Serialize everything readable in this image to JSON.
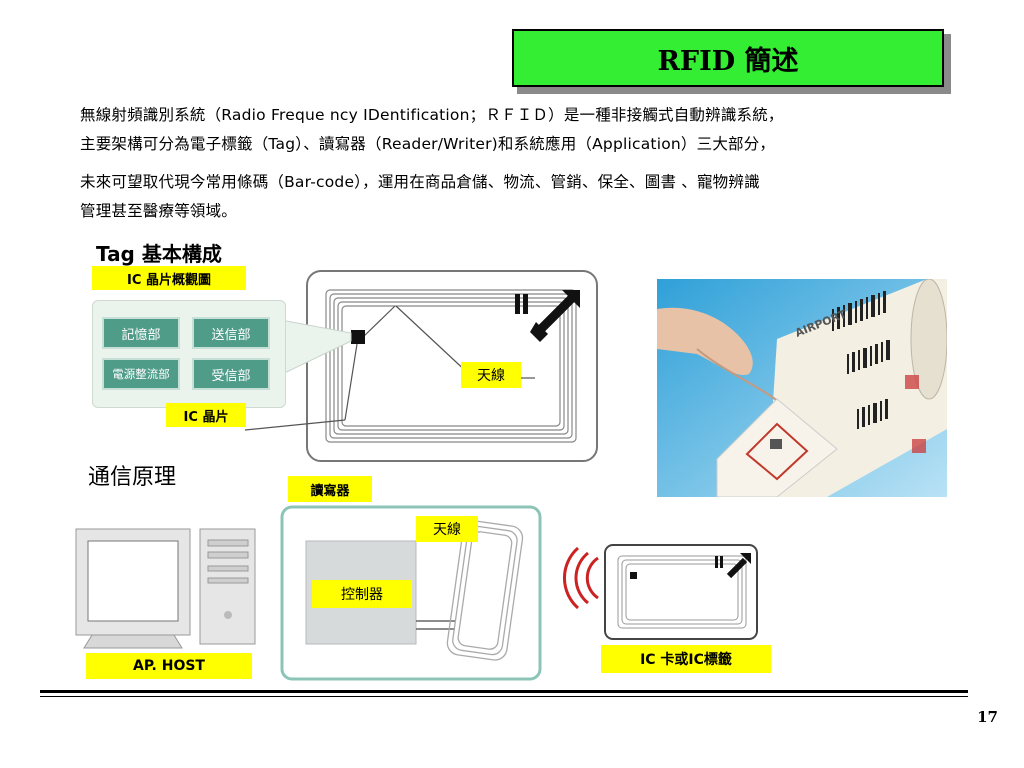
{
  "slide": {
    "title": "RFID 簡述",
    "paragraph_lines": [
      "無線射頻識別系統（Radio Freque ncy IDentification；ＲＦＩＤ）是一種非接觸式自動辨識系統，",
      "主要架構可分為電子標籤（Tag）、讀寫器（Reader/Writer)和系統應用（Application）三大部分，",
      "未來可望取代現今常用條碼（Bar-code），運用在商品倉儲、物流、管銷、保全、圖書 、寵物辨識",
      "管理甚至醫療等領域。"
    ],
    "page_number": "17"
  },
  "tag_section": {
    "heading": "Tag 基本構成",
    "ic_overview_label": "IC 晶片概觀圖",
    "blocks": [
      "記憶部",
      "送信部",
      "電源整流部",
      "受信部"
    ],
    "ic_chip_label": "IC 晶片",
    "antenna_label": "天線"
  },
  "comm_section": {
    "heading": "通信原理",
    "reader_label": "讀寫器",
    "antenna_label": "天線",
    "controller_label": "控制器",
    "host_label": "AP. HOST",
    "card_label": "IC 卡或IC標籤"
  },
  "photo": {
    "label_text": "AIRPORT"
  },
  "colors": {
    "title_bg": "#33ee33",
    "label_bg": "#ffff00",
    "block_bg": "#4f9c89",
    "reader_border": "#8cc5b7",
    "wave": "#cc2222"
  }
}
